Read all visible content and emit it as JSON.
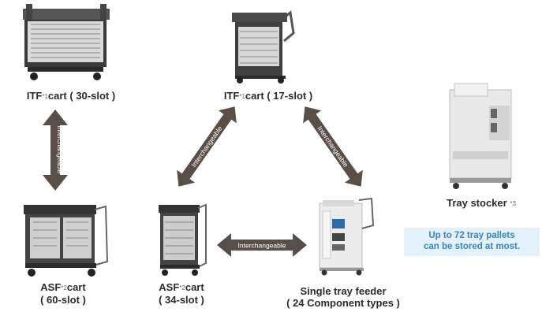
{
  "nodes": {
    "itf_30": {
      "label": "ITF",
      "sup": "*1",
      "rest": "cart ( 30-slot )"
    },
    "itf_17": {
      "label": "ITF",
      "sup": "*1",
      "rest": "cart ( 17-slot )"
    },
    "asf_60": {
      "label": "ASF",
      "sup": "*2",
      "rest": "cart",
      "line2": "( 60-slot )"
    },
    "asf_34": {
      "label": "ASF",
      "sup": "*2",
      "rest": "cart",
      "line2": "( 34-slot )"
    },
    "single_tray": {
      "line1": "Single tray feeder",
      "line2": "( 24 Component types )"
    },
    "tray_stocker": {
      "label": "Tray stocker",
      "sup": "*3"
    }
  },
  "arrows": {
    "vertical": "Interchangeable",
    "diag_left": "Interchangeable",
    "diag_right": "Interchangeable",
    "horizontal": "Interchangeable"
  },
  "note": {
    "line1": "Up to 72 tray pallets",
    "line2": "can be stored at most."
  },
  "colors": {
    "arrow": "#5a4e48",
    "note_bg": "#e3f1fb",
    "note_text": "#3a84c2"
  }
}
